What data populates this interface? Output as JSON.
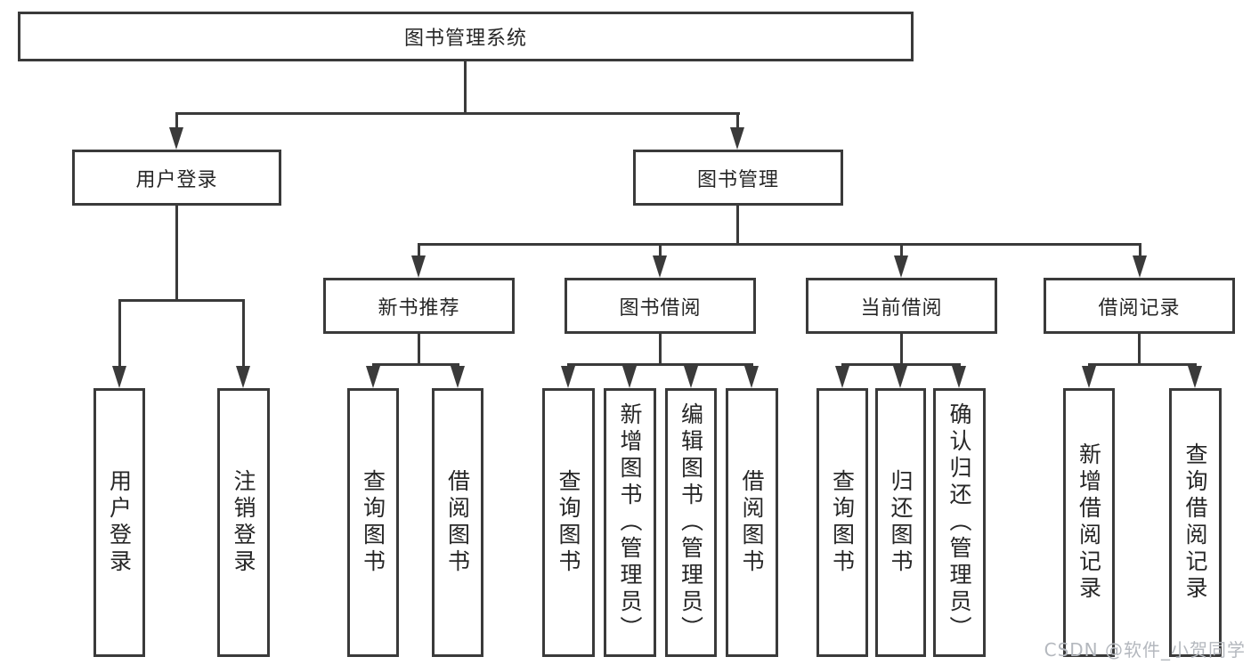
{
  "diagram": {
    "root": {
      "label": "图书管理系统"
    },
    "branches": [
      {
        "label": "用户登录",
        "children": [
          {
            "label": "用户登录"
          },
          {
            "label": "注销登录"
          }
        ]
      },
      {
        "label": "图书管理",
        "children": [
          {
            "label": "新书推荐",
            "children": [
              {
                "label": "查询图书"
              },
              {
                "label": "借阅图书"
              }
            ]
          },
          {
            "label": "图书借阅",
            "children": [
              {
                "label": "查询图书"
              },
              {
                "label": "新增图书（管理员）"
              },
              {
                "label": "编辑图书（管理员）"
              },
              {
                "label": "借阅图书"
              }
            ]
          },
          {
            "label": "当前借阅",
            "children": [
              {
                "label": "查询图书"
              },
              {
                "label": "归还图书"
              },
              {
                "label": "确认归还（管理员）"
              }
            ]
          },
          {
            "label": "借阅记录",
            "children": [
              {
                "label": "新增借阅记录"
              },
              {
                "label": "查询借阅记录"
              }
            ]
          }
        ]
      }
    ]
  },
  "watermark": {
    "text": "CSDN @软件_小贺同学"
  },
  "colors": {
    "line": "#3a3a3a",
    "text": "#262626",
    "watermark": "#b4b8be"
  }
}
